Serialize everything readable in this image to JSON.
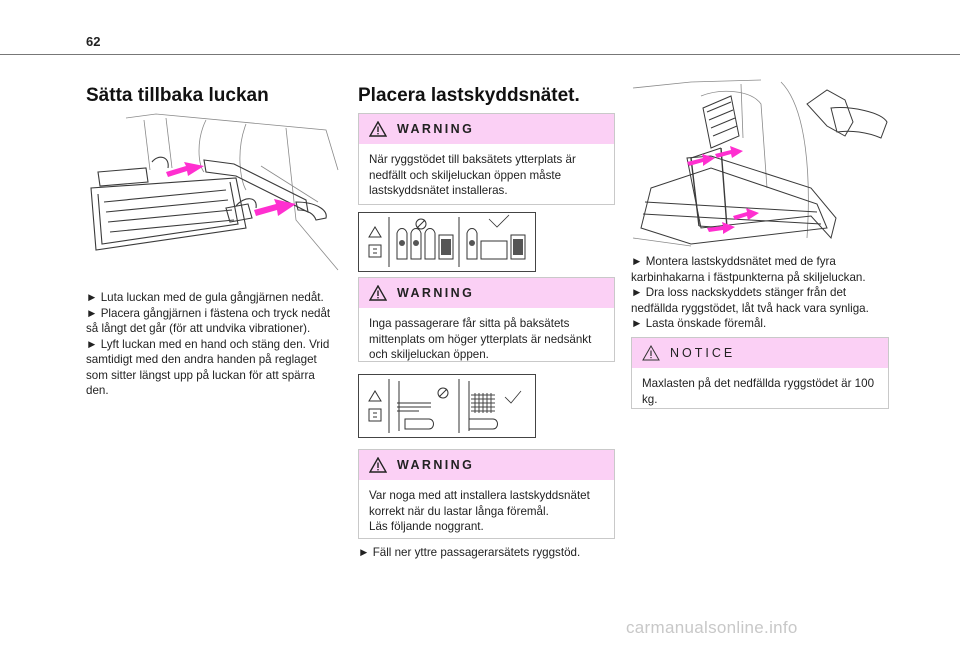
{
  "page": {
    "number": "62"
  },
  "left": {
    "title": "Sätta tillbaka luckan",
    "steps": [
      "► Luta luckan med de gula gångjärnen nedåt.",
      "► Placera gångjärnen i fästena och tryck nedåt så långt det går (för att undvika vibrationer).",
      "► Lyft luckan med en hand och stäng den. Vrid samtidigt med den andra handen på reglaget som sitter längst upp på luckan för att spärra den."
    ]
  },
  "middle": {
    "title": "Placera lastskyddsnätet.",
    "warnings": [
      {
        "label": "WARNING",
        "text": "När ryggstödet till baksätets ytterplats är nedfällt och skiljeluckan öppen måste lastskyddsnätet installeras."
      },
      {
        "label": "WARNING",
        "text": "Inga passagerare får sitta på baksätets mittenplats om höger ytterplats är nedsänkt och skiljeluckan öppen."
      },
      {
        "label": "WARNING",
        "text": "Var noga med att installera lastskyddsnätet korrekt när du lastar långa föremål.\nLäs följande noggrant."
      }
    ],
    "step": "► Fäll ner yttre passagerarsätets ryggstöd."
  },
  "right": {
    "steps": [
      "► Montera lastskyddsnätet med de fyra karbinhakarna i fästpunkterna på skiljeluckan.",
      "► Dra loss nackskyddets stänger från det nedfällda ryggstödet, låt två hack vara synliga.",
      "► Lasta önskade föremål."
    ],
    "notice": {
      "label": "NOTICE",
      "text": "Maxlasten på det nedfällda ryggstödet är 100 kg."
    }
  },
  "footer": {
    "watermark": "carmanualsonline.info"
  },
  "colors": {
    "callout_header": "#fbd0f5",
    "arrow": "#ff2fd0",
    "rule": "#777777"
  }
}
